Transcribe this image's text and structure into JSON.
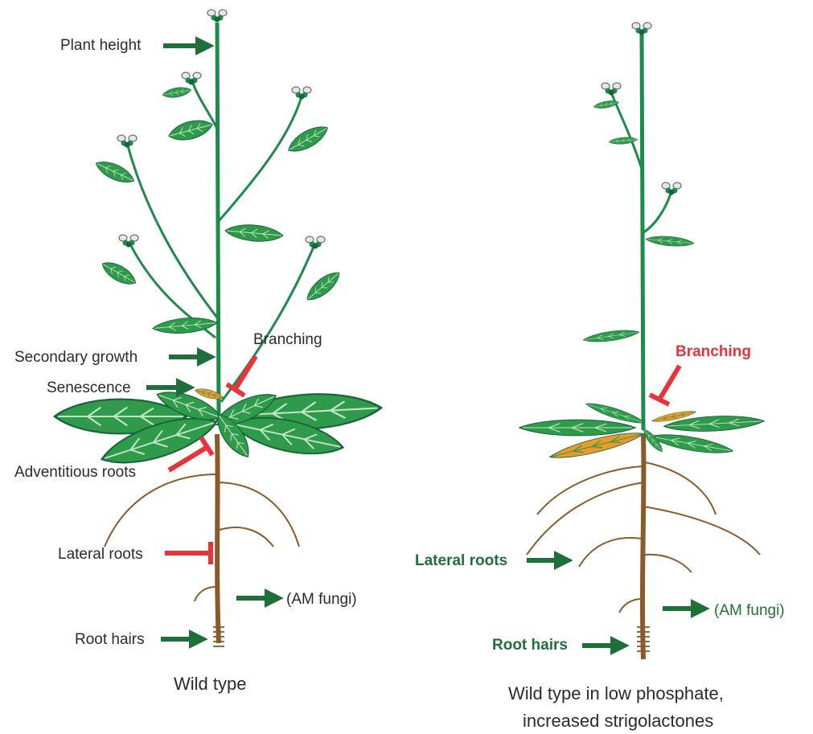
{
  "left_panel": {
    "caption": "Wild type",
    "labels": {
      "plant_height": "Plant height",
      "branching": "Branching",
      "secondary_growth": "Secondary growth",
      "senescence": "Senescence",
      "adventitious_roots": "Adventitious roots",
      "lateral_roots": "Lateral roots",
      "am_fungi": "(AM fungi)",
      "root_hairs": "Root hairs"
    }
  },
  "right_panel": {
    "caption_line1": "Wild type in low phosphate,",
    "caption_line2": "increased strigolactones",
    "labels": {
      "branching": "Branching",
      "lateral_roots": "Lateral roots",
      "am_fungi": "(AM fungi)",
      "root_hairs": "Root hairs"
    }
  },
  "colors": {
    "stem_green": "#1f8a4c",
    "leaf_green": "#2f9a4a",
    "leaf_outline": "#17643a",
    "arrow_green": "#1f6f3a",
    "inhibit_red": "#e8333b",
    "root_brown": "#8b5a2b",
    "senescent_orange": "#e89a2c"
  }
}
